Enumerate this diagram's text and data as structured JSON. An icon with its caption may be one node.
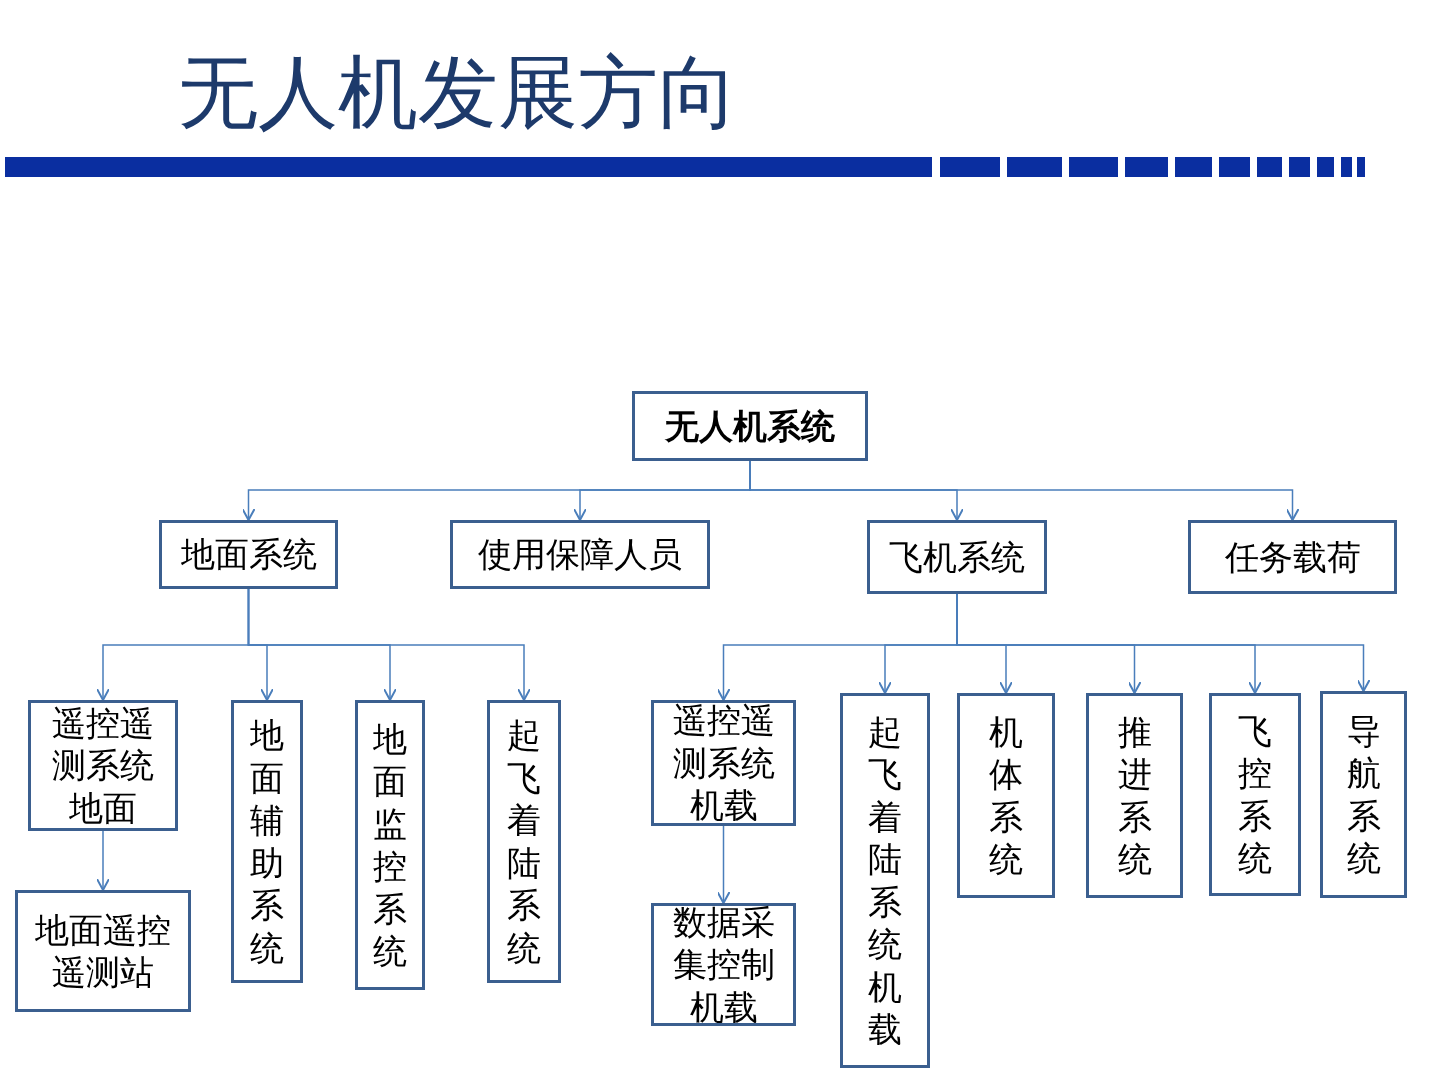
{
  "diagram": {
    "title": "无人机发展方向",
    "nodes": [
      {
        "text": [
          "无人机系统"
        ]
      },
      {
        "text": [
          "地面系统"
        ]
      },
      {
        "text": [
          "使用保障人员"
        ]
      },
      {
        "text": [
          "飞机系统"
        ]
      },
      {
        "text": [
          "任务载荷"
        ]
      },
      {
        "text": [
          "遥控遥测系统地面"
        ]
      },
      {
        "text": [
          "地面辅助系统"
        ]
      },
      {
        "text": [
          "地面监控系统"
        ]
      },
      {
        "text": [
          "起飞着陆系统"
        ]
      },
      {
        "text": [
          "遥控遥测系统机载"
        ]
      },
      {
        "text": [
          "起飞着陆系统机载"
        ]
      },
      {
        "text": [
          "机体系统"
        ]
      },
      {
        "text": [
          "推进系统"
        ]
      },
      {
        "text": [
          "飞控系统"
        ]
      },
      {
        "text": [
          "导航系统"
        ]
      },
      {
        "text": [
          "地面遥控遥测站"
        ]
      },
      {
        "text": [
          "数据采集控制机载"
        ]
      }
    ],
    "edges": [
      {
        "from": 0,
        "to": 1,
        "arrow": "to"
      },
      {
        "from": 0,
        "to": 2,
        "arrow": "to"
      },
      {
        "from": 0,
        "to": 3,
        "arrow": "to"
      },
      {
        "from": 0,
        "to": 4,
        "arrow": "to"
      },
      {
        "from": 1,
        "to": 5,
        "arrow": "to"
      },
      {
        "from": 1,
        "to": 6,
        "arrow": "to"
      },
      {
        "from": 1,
        "to": 7,
        "arrow": "to"
      },
      {
        "from": 1,
        "to": 8,
        "arrow": "to"
      },
      {
        "from": 3,
        "to": 9,
        "arrow": "to"
      },
      {
        "from": 3,
        "to": 10,
        "arrow": "to"
      },
      {
        "from": 3,
        "to": 11,
        "arrow": "to"
      },
      {
        "from": 3,
        "to": 12,
        "arrow": "to"
      },
      {
        "from": 3,
        "to": 13,
        "arrow": "to"
      },
      {
        "from": 3,
        "to": 14,
        "arrow": "to"
      },
      {
        "from": 5,
        "to": 15,
        "arrow": "to"
      },
      {
        "from": 9,
        "to": 16,
        "arrow": "to"
      }
    ]
  }
}
